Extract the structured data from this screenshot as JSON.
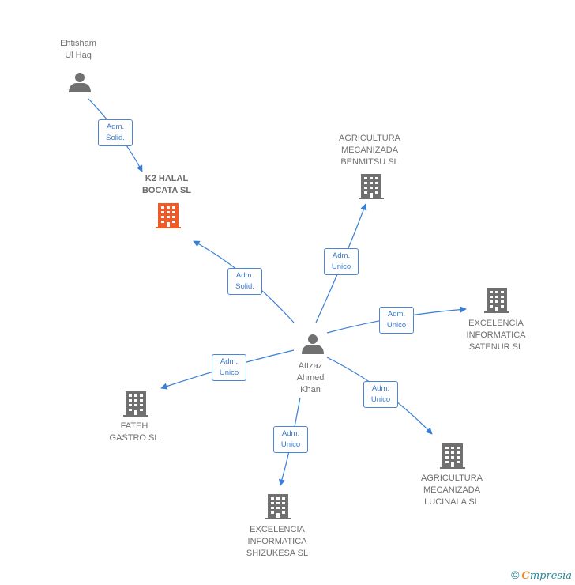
{
  "nodes": {
    "ehtisham": {
      "lines": [
        "Ehtisham",
        "Ul Haq"
      ],
      "type": "person"
    },
    "k2": {
      "lines": [
        "K2 HALAL",
        "BOCATA  SL"
      ],
      "type": "company",
      "color": "#f05a28"
    },
    "benmitsu": {
      "lines": [
        "AGRICULTURA",
        "MECANIZADA",
        "BENMITSU  SL"
      ],
      "type": "company"
    },
    "attzaz": {
      "lines": [
        "Attzaz",
        "Ahmed",
        "Khan"
      ],
      "type": "person"
    },
    "satenur": {
      "lines": [
        "EXCELENCIA",
        "INFORMATICA",
        "SATENUR  SL"
      ],
      "type": "company"
    },
    "fateh": {
      "lines": [
        "FATEH",
        "GASTRO  SL"
      ],
      "type": "company"
    },
    "lucinala": {
      "lines": [
        "AGRICULTURA",
        "MECANIZADA",
        "LUCINALA  SL"
      ],
      "type": "company"
    },
    "shizukesa": {
      "lines": [
        "EXCELENCIA",
        "INFORMATICA",
        "SHIZUKESA  SL"
      ],
      "type": "company"
    }
  },
  "edges": {
    "ehtisham_k2": {
      "lines": [
        "Adm.",
        "Solid."
      ]
    },
    "attzaz_k2": {
      "lines": [
        "Adm.",
        "Solid."
      ]
    },
    "attzaz_benmitsu": {
      "lines": [
        "Adm.",
        "Unico"
      ]
    },
    "attzaz_satenur": {
      "lines": [
        "Adm.",
        "Unico"
      ]
    },
    "attzaz_fateh": {
      "lines": [
        "Adm.",
        "Unico"
      ]
    },
    "attzaz_lucinala": {
      "lines": [
        "Adm.",
        "Unico"
      ]
    },
    "attzaz_shizukesa": {
      "lines": [
        "Adm.",
        "Unico"
      ]
    }
  },
  "colors": {
    "edge": "#3a7fd5",
    "icon": "#707070",
    "focus": "#f05a28"
  },
  "footer": {
    "copyright": "©",
    "brand_first": "C",
    "brand_rest": "mpresia"
  }
}
